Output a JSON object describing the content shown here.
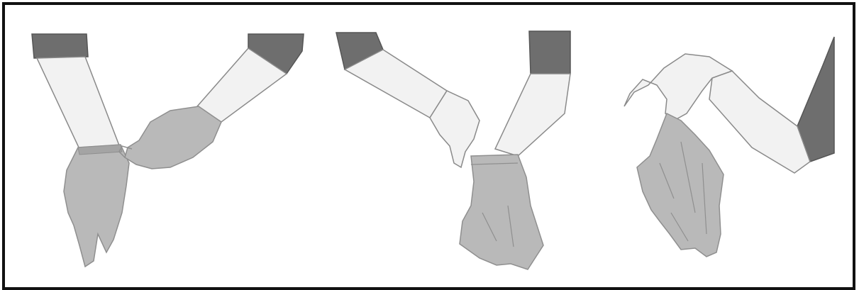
{
  "figure": {
    "panels": [
      {
        "id": "step-1"
      },
      {
        "id": "step-2"
      },
      {
        "id": "step-3"
      }
    ]
  },
  "colors": {
    "frame": "#111111",
    "skin": "#f2f2f2",
    "skin_outline": "#8a8a8a",
    "glove": "#b9b9b9",
    "glove_dark": "#8f8f8f",
    "sleeve": "#6e6e6e",
    "sleeve_outline": "#555555"
  }
}
